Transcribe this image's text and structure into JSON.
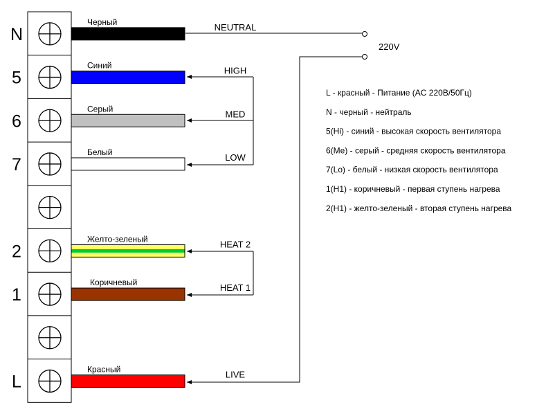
{
  "terminals": [
    {
      "id": "N",
      "label": "N"
    },
    {
      "id": "5",
      "label": "5"
    },
    {
      "id": "6",
      "label": "6"
    },
    {
      "id": "7",
      "label": "7"
    },
    {
      "id": "blank1",
      "label": ""
    },
    {
      "id": "2",
      "label": "2"
    },
    {
      "id": "1",
      "label": "1"
    },
    {
      "id": "blank2",
      "label": ""
    },
    {
      "id": "L",
      "label": "L"
    }
  ],
  "wires": [
    {
      "terminal": "N",
      "name": "Черный",
      "color": "#000000",
      "signal": "NEUTRAL"
    },
    {
      "terminal": "5",
      "name": "Синий",
      "color": "#0000ff",
      "signal": "HIGH"
    },
    {
      "terminal": "6",
      "name": "Серый",
      "color": "#c0c0c0",
      "signal": "MED"
    },
    {
      "terminal": "7",
      "name": "Белый",
      "color": "#ffffff",
      "signal": "LOW"
    },
    {
      "terminal": "2",
      "name": "Желто-зеленый",
      "color": "#ffff66",
      "stripe": "#00cc33",
      "signal": "HEAT 2"
    },
    {
      "terminal": "1",
      "name": "Коричневый",
      "color": "#993300",
      "signal": "HEAT 1"
    },
    {
      "terminal": "L",
      "name": "Красный",
      "color": "#ff0000",
      "signal": "LIVE"
    }
  ],
  "supply": {
    "label": "220V"
  },
  "legend": [
    "L - красный - Питание (AC 220В/50Гц)",
    "N - черный - нейтраль",
    "5(Hi) - синий - высокая скорость вентилятора",
    "6(Me) - серый - средняя скорость вентилятора",
    "7(Lo) - белый - низкая скорость вентилятора",
    "1(H1) - коричневый - первая ступень нагрева",
    "2(H1) - желто-зеленый - вторая ступень нагрева"
  ]
}
